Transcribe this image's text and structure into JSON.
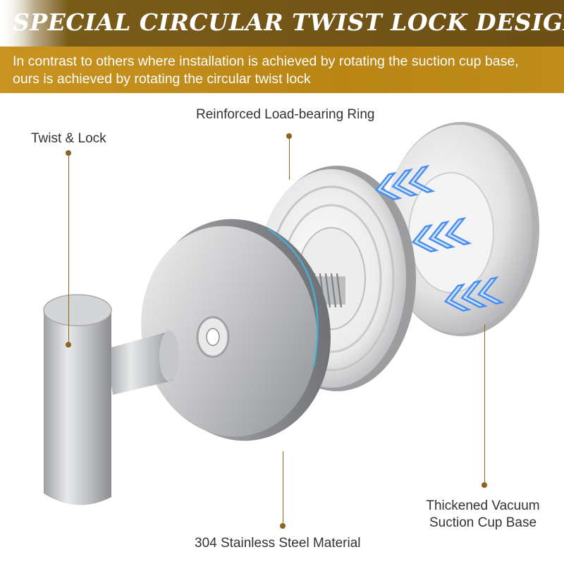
{
  "header": {
    "title": "SPECIAL CIRCULAR TWIST LOCK DESIGN",
    "subtitle": "In contrast to others where installation is achieved by rotating the suction cup base, ours is achieved by rotating the circular twist lock"
  },
  "callouts": {
    "twist_lock": "Twist & Lock",
    "load_ring": "Reinforced Load-bearing Ring",
    "vacuum_base_line1": "Thickened Vacuum",
    "vacuum_base_line2": "Suction Cup Base",
    "steel": "304 Stainless Steel Material"
  },
  "colors": {
    "header_brown": "#6b4f14",
    "subtitle_gold": "#c08d1c",
    "leader_line": "#8a6420",
    "arrow_blue": "#4a8ef0"
  },
  "icons": [
    "chevron-arrow-icon"
  ]
}
